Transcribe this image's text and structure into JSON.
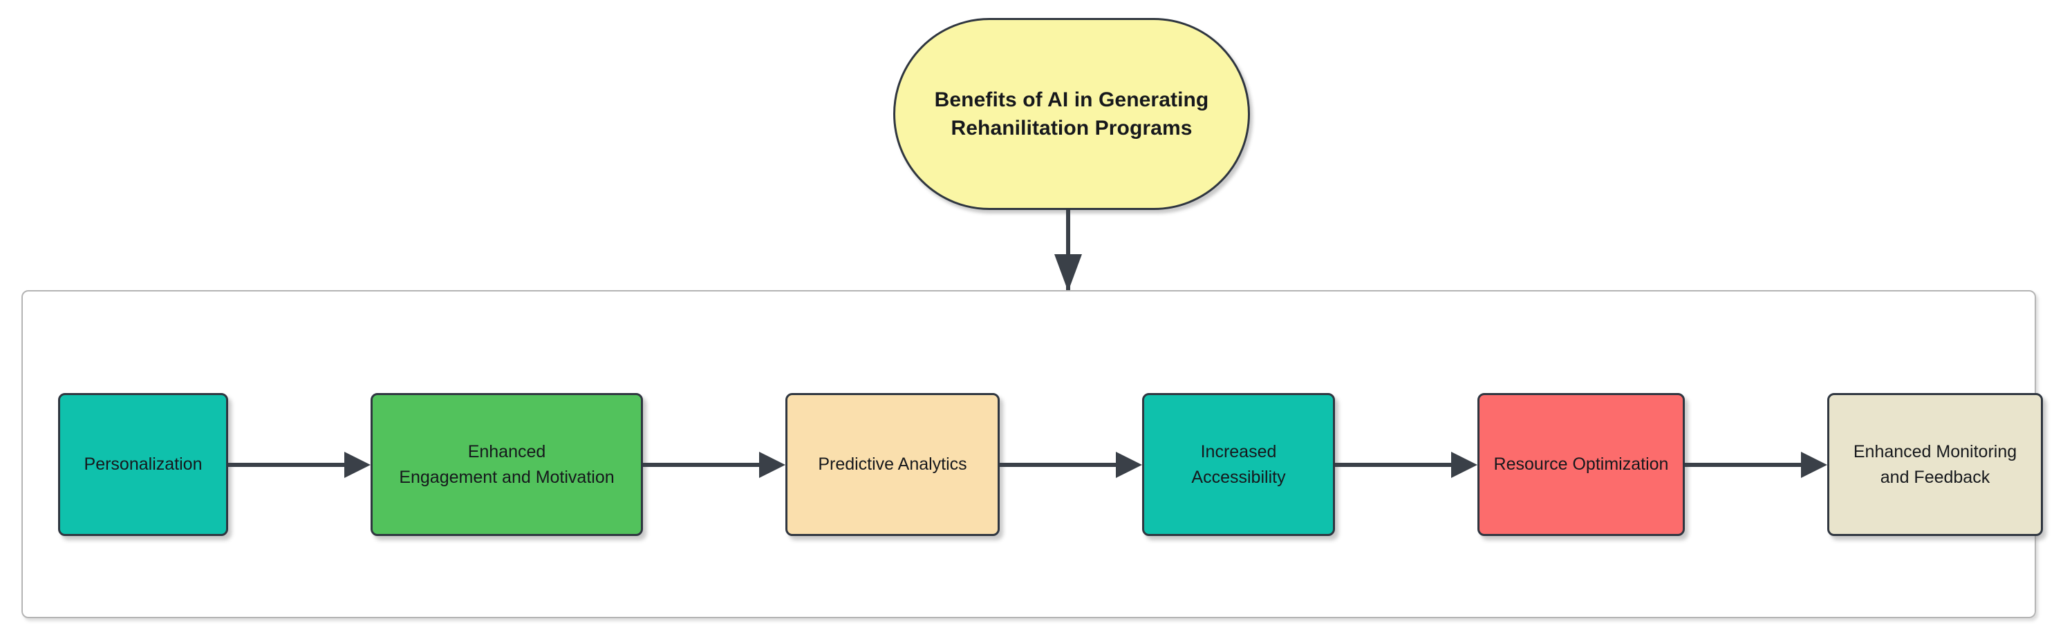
{
  "diagram": {
    "type": "flowchart",
    "direction": "left-to-right",
    "background_color": "#ffffff",
    "title_node": {
      "label": "Benefits of AI in Generating\nRehanilitation Programs",
      "shape": "stadium",
      "fill_color": "#faf6a5",
      "border_color": "#2f3640",
      "text_color": "#16181c"
    },
    "container": {
      "border_color": "#b4b4b4",
      "fill_color": "transparent"
    },
    "nodes": [
      {
        "id": "personalization",
        "label": "Personalization",
        "fill_color": "#0fc1ac",
        "border_color": "#2f3640",
        "text_color": "#16181c"
      },
      {
        "id": "engagement",
        "label": "Enhanced\nEngagement and Motivation",
        "fill_color": "#52c25c",
        "border_color": "#2f3640",
        "text_color": "#16181c"
      },
      {
        "id": "predictive-analytics",
        "label": "Predictive Analytics",
        "fill_color": "#fadfad",
        "border_color": "#2f3640",
        "text_color": "#16181c"
      },
      {
        "id": "accessibility",
        "label": "Increased\nAccessibility",
        "fill_color": "#0fc1ac",
        "border_color": "#2f3640",
        "text_color": "#16181c"
      },
      {
        "id": "resource-optimization",
        "label": "Resource Optimization",
        "fill_color": "#fc6c6c",
        "border_color": "#2f3640",
        "text_color": "#16181c"
      },
      {
        "id": "monitoring-feedback",
        "label": "Enhanced Monitoring\nand Feedback",
        "fill_color": "#e9e4cc",
        "border_color": "#2f3640",
        "text_color": "#16181c"
      }
    ],
    "edges": [
      {
        "from": "title",
        "to": "container",
        "orientation": "vertical"
      },
      {
        "from": "personalization",
        "to": "engagement",
        "orientation": "horizontal"
      },
      {
        "from": "engagement",
        "to": "predictive-analytics",
        "orientation": "horizontal"
      },
      {
        "from": "predictive-analytics",
        "to": "accessibility",
        "orientation": "horizontal"
      },
      {
        "from": "accessibility",
        "to": "resource-optimization",
        "orientation": "horizontal"
      },
      {
        "from": "resource-optimization",
        "to": "monitoring-feedback",
        "orientation": "horizontal"
      }
    ],
    "edge_color": "#3a4048"
  }
}
